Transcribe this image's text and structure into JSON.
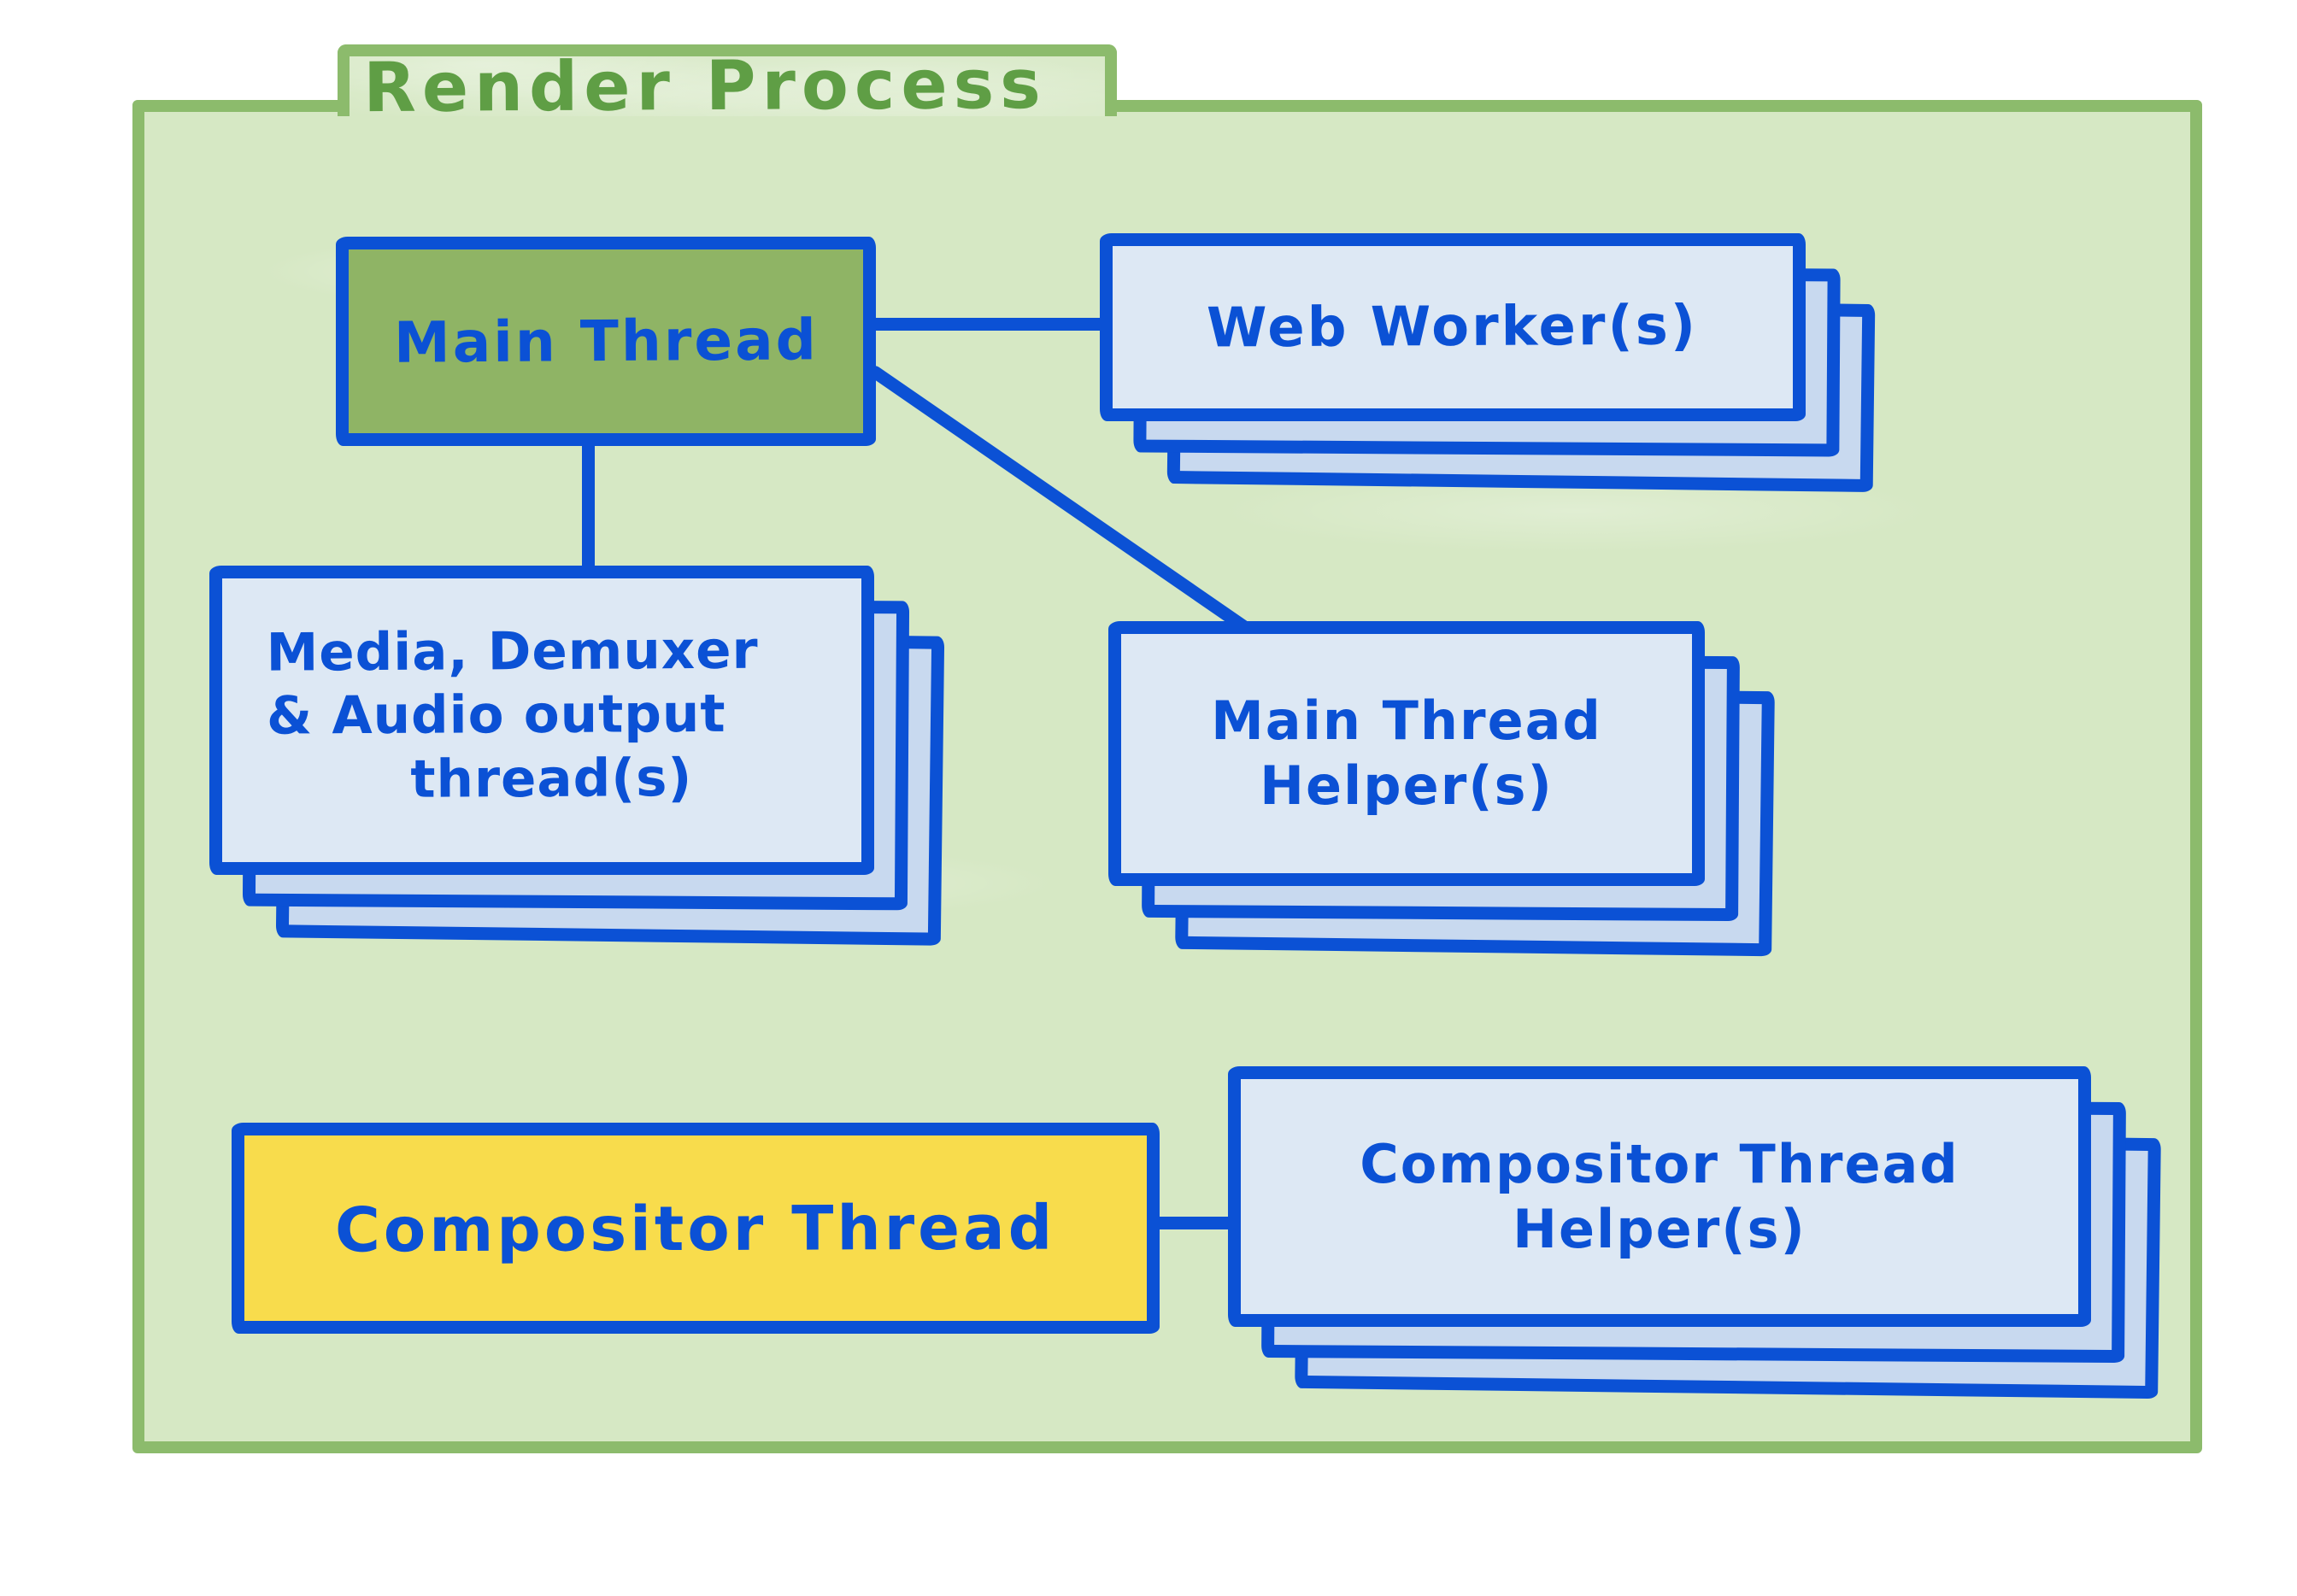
{
  "diagram": {
    "title": "Render Process",
    "nodes": {
      "main_thread": {
        "label": "Main Thread"
      },
      "web_workers": {
        "label": "Web Worker(s)"
      },
      "media_threads": {
        "line1": "Media, Demuxer",
        "line2": "& Audio output",
        "line3": "thread(s)"
      },
      "main_thread_helpers": {
        "line1": "Main Thread",
        "line2": "Helper(s)"
      },
      "compositor_thread": {
        "label": "Compositor Thread"
      },
      "compositor_thread_helpers": {
        "line1": "Compositor Thread",
        "line2": "Helper(s)"
      }
    },
    "edges": [
      {
        "from": "main_thread",
        "to": "web_workers"
      },
      {
        "from": "main_thread",
        "to": "media_threads"
      },
      {
        "from": "main_thread",
        "to": "main_thread_helpers"
      },
      {
        "from": "compositor_thread",
        "to": "compositor_thread_helpers"
      }
    ],
    "colors": {
      "outline_blue": "#0b51d5",
      "container_fill_green": "#d6e8c4",
      "container_border_green": "#8cbb6c",
      "title_green": "#5f9e45",
      "main_thread_fill_green": "#8fb465",
      "compositor_fill_yellow": "#f8dc4c",
      "card_front_fill": "#dde8f4",
      "card_back_fill": "#c8d9ef"
    }
  }
}
